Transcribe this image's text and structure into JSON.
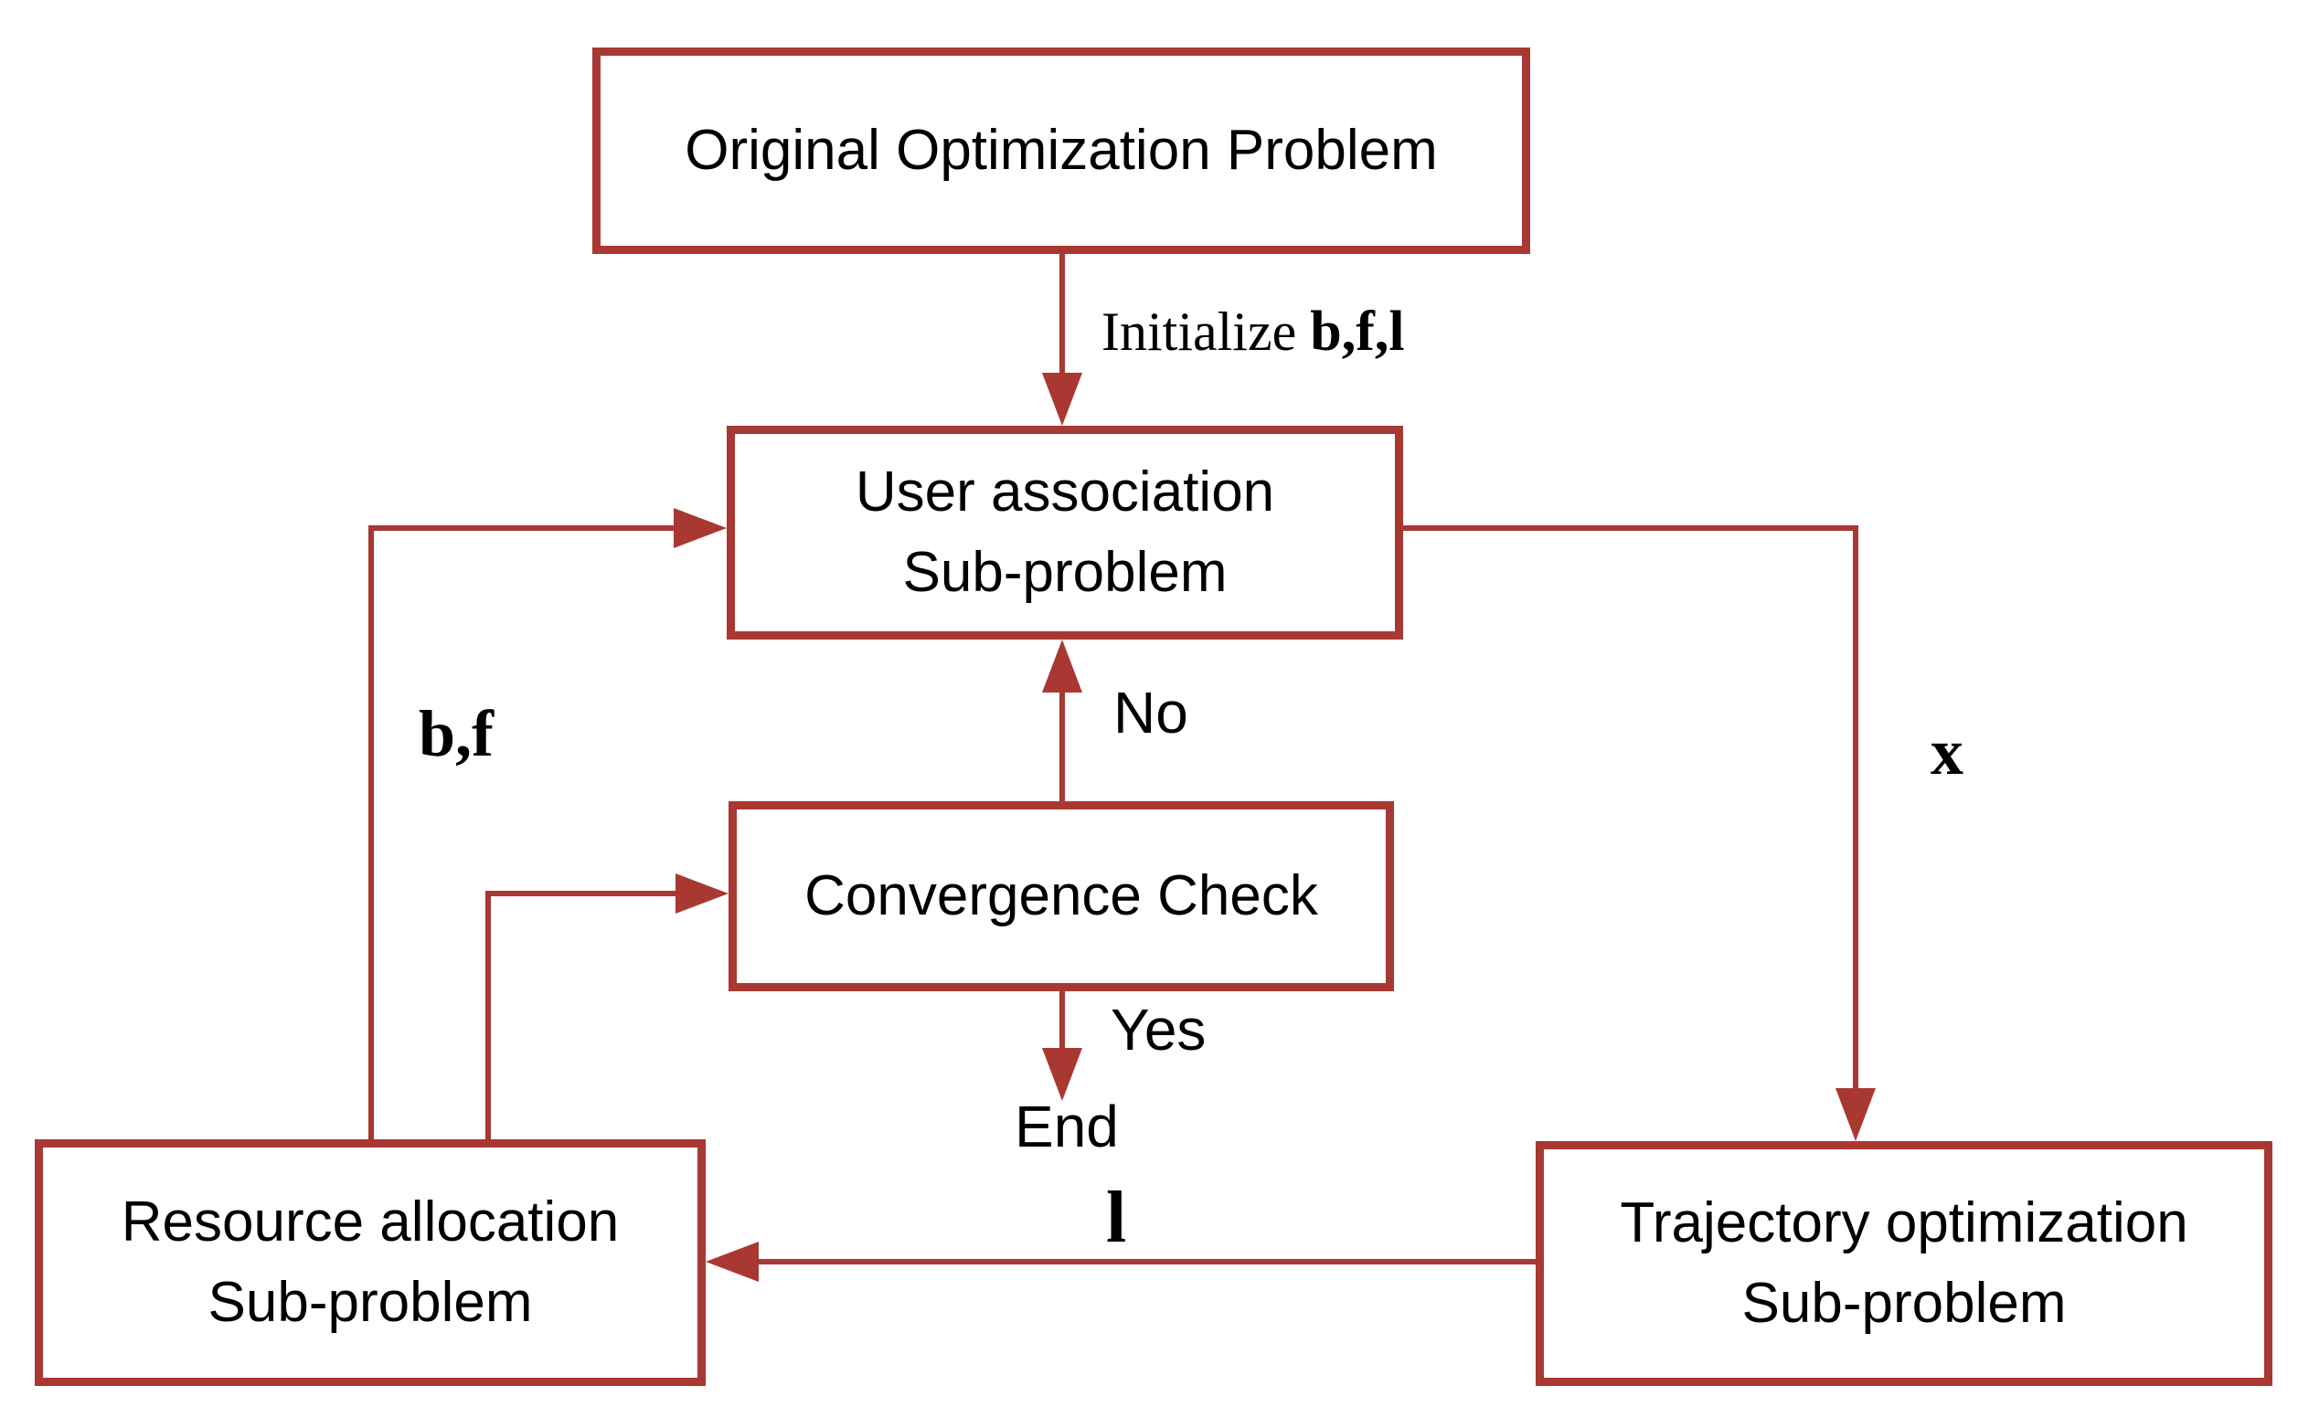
{
  "diagram_title": "Block coordinate descent optimization flowchart",
  "colors": {
    "accent": "#A93832",
    "text": "#000000",
    "background": "#FFFFFF"
  },
  "nodes": {
    "original": {
      "label": "Original Optimization Problem"
    },
    "user": {
      "line1": "User association",
      "line2": "Sub-problem"
    },
    "convergence": {
      "label": "Convergence Check"
    },
    "resource": {
      "line1": "Resource allocation",
      "line2": "Sub-problem"
    },
    "trajectory": {
      "line1": "Trajectory optimization",
      "line2": "Sub-problem"
    }
  },
  "labels": {
    "initialize_prefix": "Initialize ",
    "initialize_vars": "b,f,l",
    "no": "No",
    "yes": "Yes",
    "end": "End",
    "bf": "b,f",
    "x": "x",
    "l": "l"
  }
}
